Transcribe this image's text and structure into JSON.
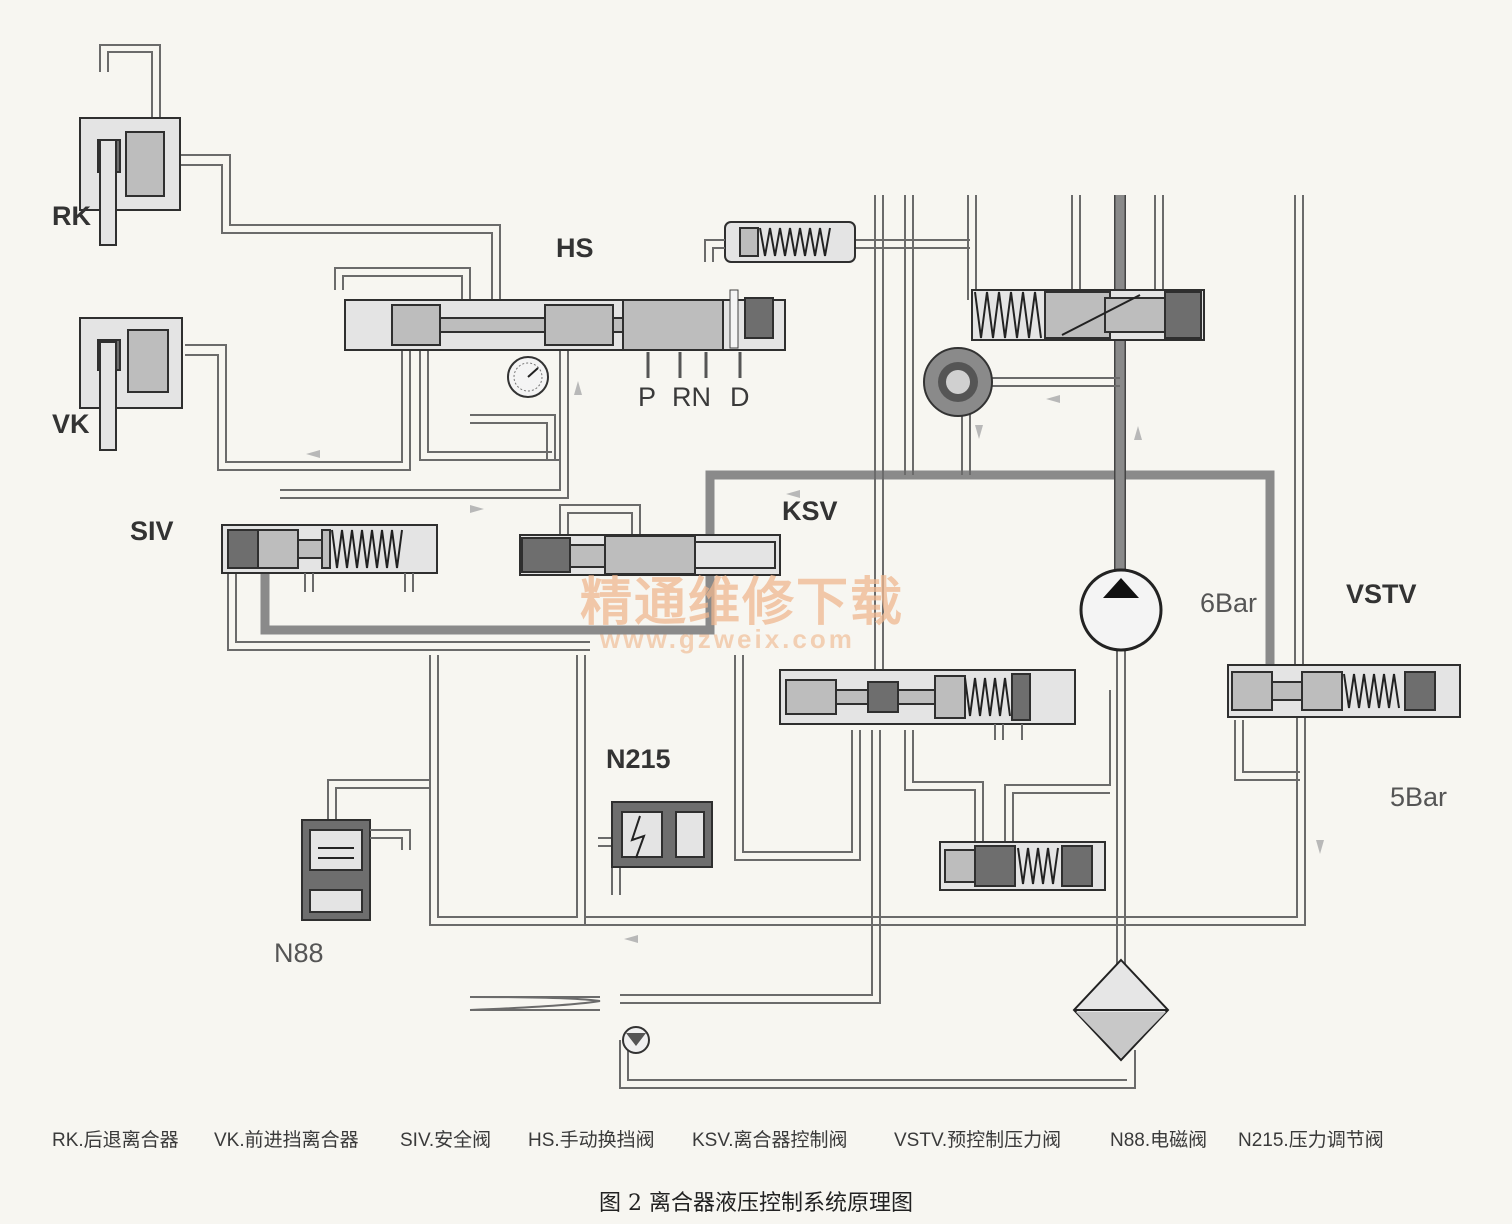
{
  "labels": {
    "rk": "RK",
    "vk": "VK",
    "hs": "HS",
    "siv": "SIV",
    "ksv": "KSV",
    "vstv": "VSTV",
    "n215": "N215",
    "n88": "N88",
    "bar6": "6Bar",
    "bar5": "5Bar",
    "pos_p": "P",
    "pos_rn": "RN",
    "pos_d": "D"
  },
  "watermark": {
    "cn": "精通维修下载",
    "url": "www.gzweix.com"
  },
  "legend": [
    "RK.后退离合器",
    "VK.前进挡离合器",
    "SIV.安全阀",
    "HS.手动换挡阀",
    "KSV.离合器控制阀",
    "VSTV.预控制压力阀",
    "N88.电磁阀",
    "N215.压力调节阀"
  ],
  "caption": "图 2  离合器液压控制系统原理图"
}
